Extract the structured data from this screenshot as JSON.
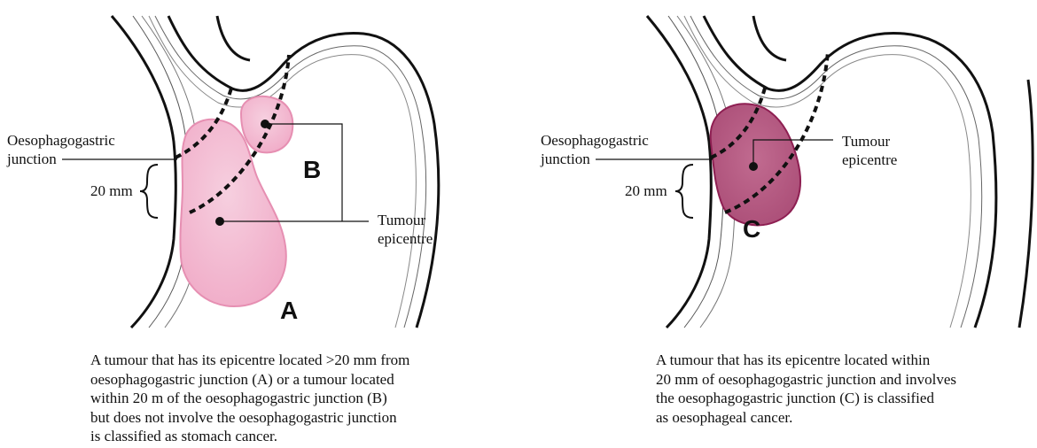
{
  "left_panel": {
    "junction_label": [
      "Oesophagogastric",
      "junction"
    ],
    "distance_label": "20 mm",
    "epicentre_label": [
      "Tumour",
      "epicentre"
    ],
    "letter_a": "A",
    "letter_b": "B",
    "caption": [
      "A tumour that has its epicentre located >20 mm from",
      "oesophagogastric junction (A) or a tumour located",
      "within 20 m of the oesophagogastric junction (B)",
      "but does not involve the oesophagogastric junction",
      "is classified as stomach cancer."
    ]
  },
  "right_panel": {
    "junction_label": [
      "Oesophagogastric",
      "junction"
    ],
    "distance_label": "20 mm",
    "epicentre_label": [
      "Tumour",
      "epicentre"
    ],
    "letter_c": "C",
    "caption": [
      "A tumour that has its epicentre located within",
      "20 mm of oesophagogastric junction and involves",
      "the oesophagogastric junction (C) is classified",
      "as oesophageal cancer."
    ]
  },
  "colors": {
    "stomach_tumour_fill": "#f2b8cf",
    "stomach_tumour_stroke": "#e68fb2",
    "oesophageal_tumour_fill": "#b85b82",
    "oesophageal_tumour_stroke": "#8e1f52",
    "outline": "#111111"
  }
}
